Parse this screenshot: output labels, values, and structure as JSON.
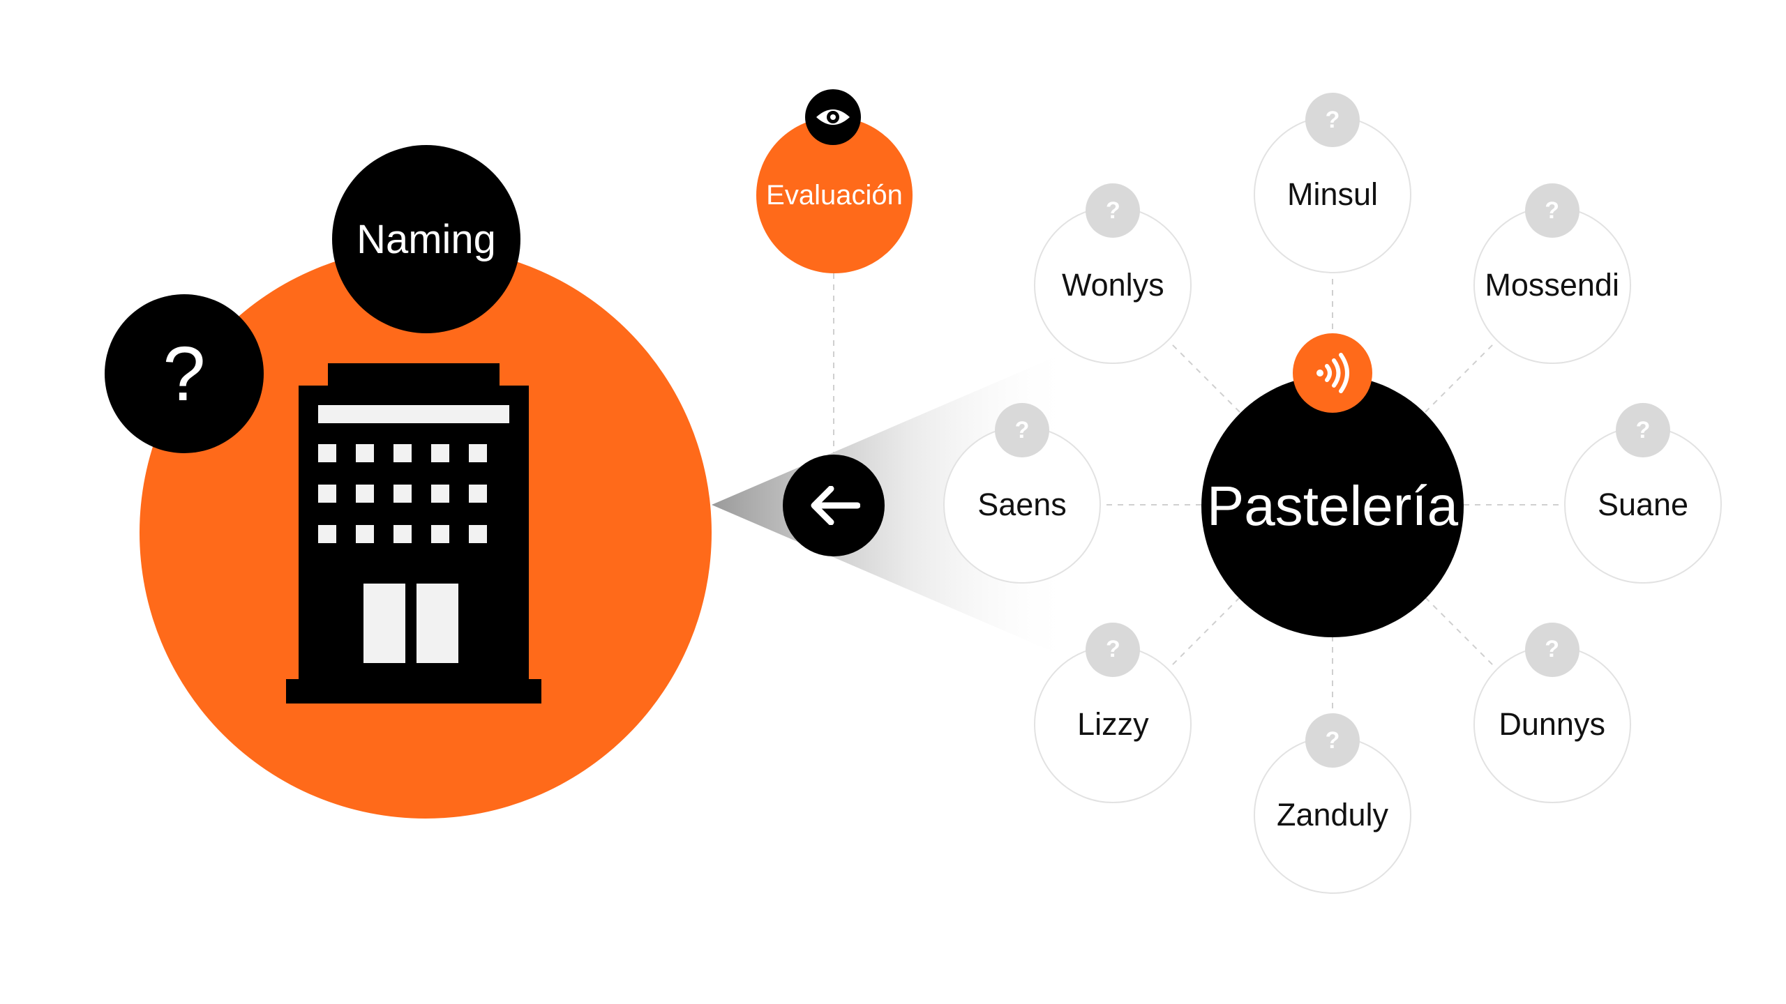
{
  "colors": {
    "accent": "#FF6A1A",
    "dark": "#000000",
    "node_border": "#e2e2e2",
    "badge": "#d9d9d9"
  },
  "left": {
    "naming_label": "Naming",
    "question_mark": "?",
    "icon": "office-building-icon"
  },
  "evaluation": {
    "label": "Evaluación",
    "icon": "eye-icon"
  },
  "back_button": {
    "icon": "arrow-left-icon"
  },
  "center": {
    "label": "Pastelería",
    "icon": "sound-waves-icon"
  },
  "names": [
    {
      "label": "Minsul",
      "badge": "?"
    },
    {
      "label": "Mossendi",
      "badge": "?"
    },
    {
      "label": "Suane",
      "badge": "?"
    },
    {
      "label": "Dunnys",
      "badge": "?"
    },
    {
      "label": "Zanduly",
      "badge": "?"
    },
    {
      "label": "Lizzy",
      "badge": "?"
    },
    {
      "label": "Saens",
      "badge": "?"
    },
    {
      "label": "Wonlys",
      "badge": "?"
    }
  ]
}
